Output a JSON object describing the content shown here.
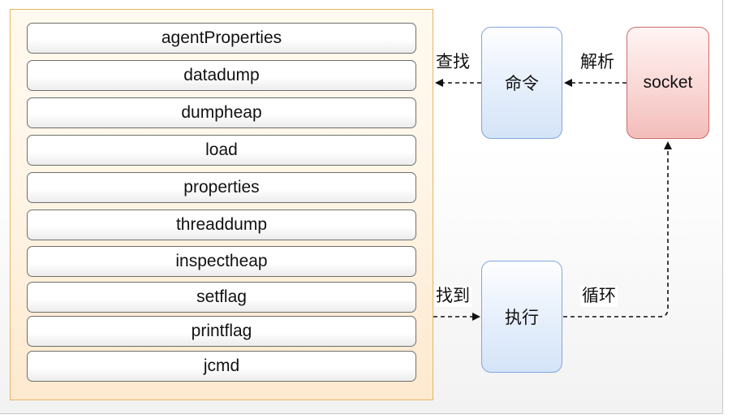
{
  "commands": [
    "agentProperties",
    "datadump",
    "dumpheap",
    "load",
    "properties",
    "threaddump",
    "inspectheap",
    "setflag",
    "printflag",
    "jcmd"
  ],
  "nodes": {
    "command": "命令",
    "socket": "socket",
    "execute": "执行"
  },
  "edge_labels": {
    "lookup": "查找",
    "parse": "解析",
    "found": "找到",
    "loop": "循环"
  },
  "colors": {
    "container_border": "#e6b567",
    "blue_node_border": "#7ea6e0",
    "red_node_border": "#cf6b67",
    "edge": "#111111"
  }
}
